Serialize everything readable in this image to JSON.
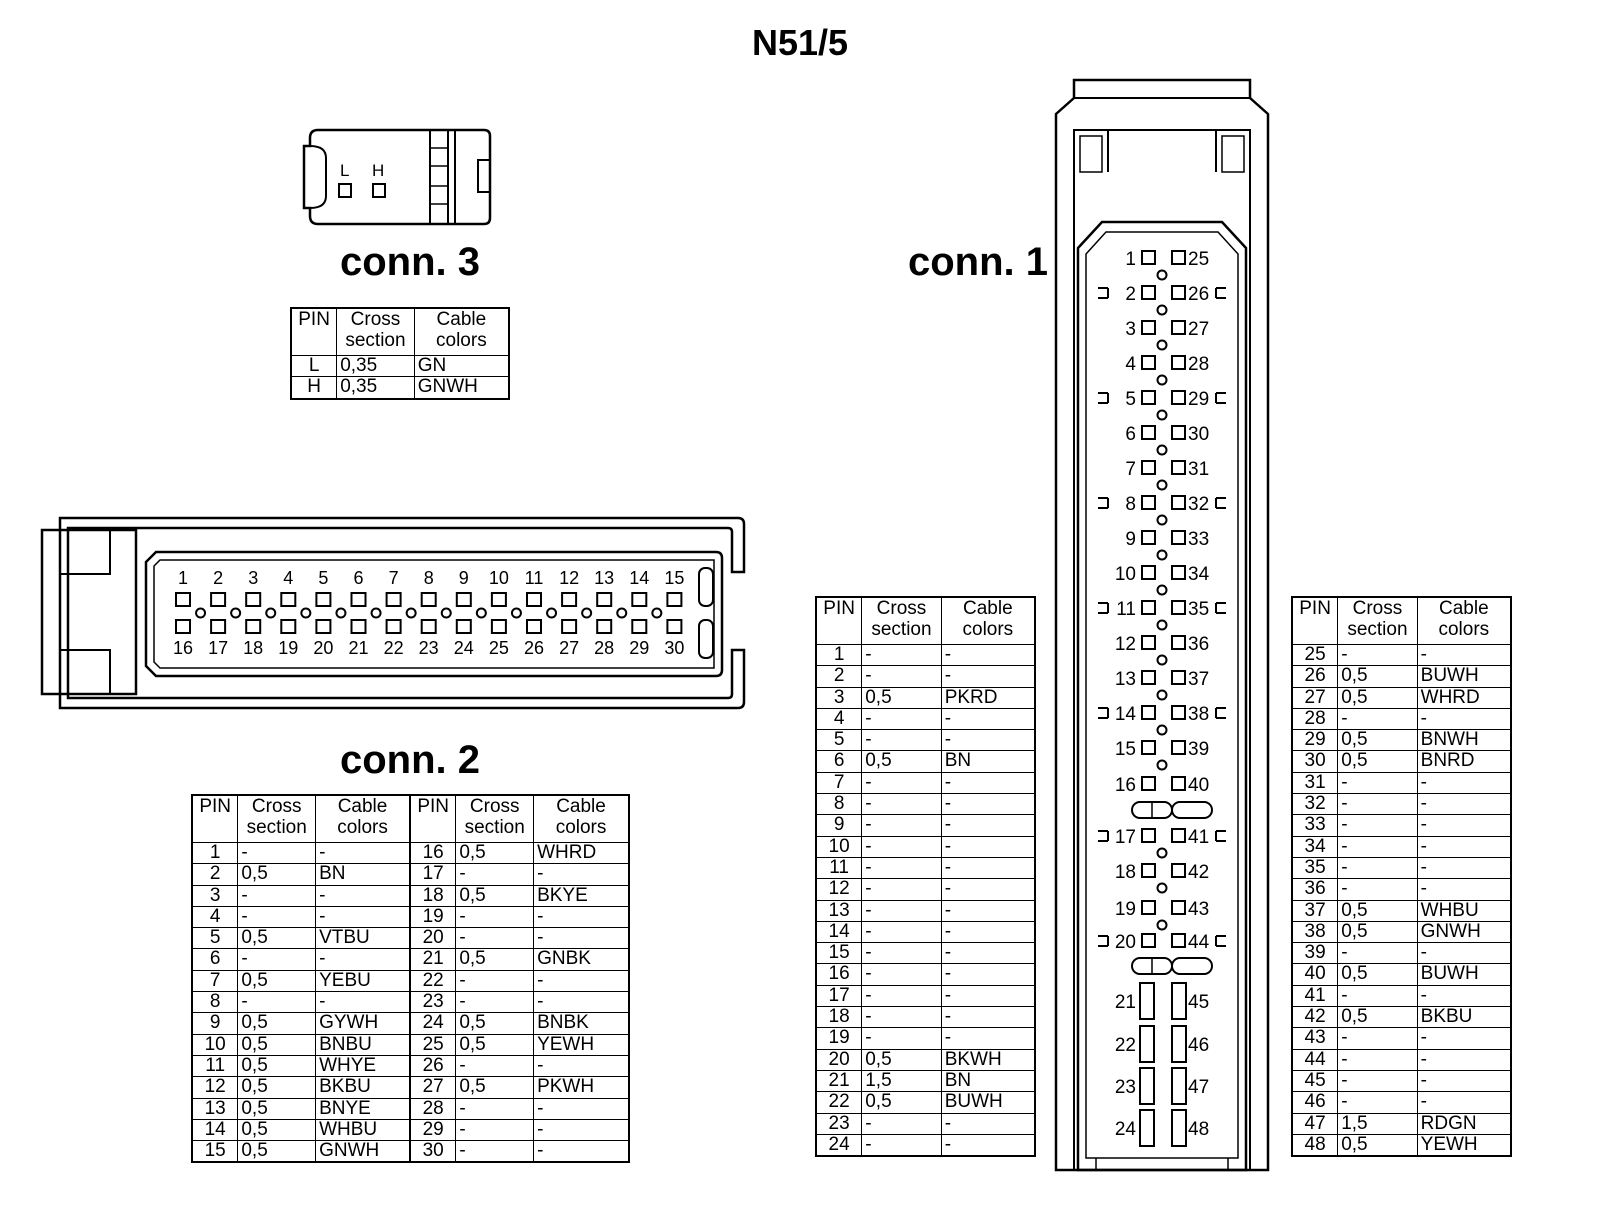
{
  "title": "N51/5",
  "headers": {
    "pin": "PIN",
    "cross_top": "Cross",
    "cross_bottom": "section",
    "colors_top": "Cable",
    "colors_bottom": "colors"
  },
  "conn3": {
    "label": "conn. 3",
    "pin_labels": [
      "L",
      "H"
    ],
    "rows": [
      {
        "pin": "L",
        "cross": "0,35",
        "color": "GN"
      },
      {
        "pin": "H",
        "cross": "0,35",
        "color": "GNWH"
      }
    ]
  },
  "conn2": {
    "label": "conn. 2",
    "top_pins": [
      "1",
      "2",
      "3",
      "4",
      "5",
      "6",
      "7",
      "8",
      "9",
      "10",
      "11",
      "12",
      "13",
      "14",
      "15"
    ],
    "bottom_pins": [
      "16",
      "17",
      "18",
      "19",
      "20",
      "21",
      "22",
      "23",
      "24",
      "25",
      "26",
      "27",
      "28",
      "29",
      "30"
    ],
    "rows": [
      {
        "pin": "1",
        "cross": "-",
        "color": "-",
        "pin2": "16",
        "cross2": "0,5",
        "color2": "WHRD"
      },
      {
        "pin": "2",
        "cross": "0,5",
        "color": "BN",
        "pin2": "17",
        "cross2": "-",
        "color2": "-"
      },
      {
        "pin": "3",
        "cross": "-",
        "color": "-",
        "pin2": "18",
        "cross2": "0,5",
        "color2": "BKYE"
      },
      {
        "pin": "4",
        "cross": "-",
        "color": "-",
        "pin2": "19",
        "cross2": "-",
        "color2": "-"
      },
      {
        "pin": "5",
        "cross": "0,5",
        "color": "VTBU",
        "pin2": "20",
        "cross2": "-",
        "color2": "-"
      },
      {
        "pin": "6",
        "cross": "-",
        "color": "-",
        "pin2": "21",
        "cross2": "0,5",
        "color2": "GNBK"
      },
      {
        "pin": "7",
        "cross": "0,5",
        "color": "YEBU",
        "pin2": "22",
        "cross2": "-",
        "color2": "-"
      },
      {
        "pin": "8",
        "cross": "-",
        "color": "-",
        "pin2": "23",
        "cross2": "-",
        "color2": "-"
      },
      {
        "pin": "9",
        "cross": "0,5",
        "color": "GYWH",
        "pin2": "24",
        "cross2": "0,5",
        "color2": "BNBK"
      },
      {
        "pin": "10",
        "cross": "0,5",
        "color": "BNBU",
        "pin2": "25",
        "cross2": "0,5",
        "color2": "YEWH"
      },
      {
        "pin": "11",
        "cross": "0,5",
        "color": "WHYE",
        "pin2": "26",
        "cross2": "-",
        "color2": "-"
      },
      {
        "pin": "12",
        "cross": "0,5",
        "color": "BKBU",
        "pin2": "27",
        "cross2": "0,5",
        "color2": "PKWH"
      },
      {
        "pin": "13",
        "cross": "0,5",
        "color": "BNYE",
        "pin2": "28",
        "cross2": "-",
        "color2": "-"
      },
      {
        "pin": "14",
        "cross": "0,5",
        "color": "WHBU",
        "pin2": "29",
        "cross2": "-",
        "color2": "-"
      },
      {
        "pin": "15",
        "cross": "0,5",
        "color": "GNWH",
        "pin2": "30",
        "cross2": "-",
        "color2": "-"
      }
    ]
  },
  "conn1": {
    "label": "conn. 1",
    "left_pins": [
      "1",
      "2",
      "3",
      "4",
      "5",
      "6",
      "7",
      "8",
      "9",
      "10",
      "11",
      "12",
      "13",
      "14",
      "15",
      "16",
      "17",
      "18",
      "19",
      "20",
      "21",
      "22",
      "23",
      "24"
    ],
    "right_pins": [
      "25",
      "26",
      "27",
      "28",
      "29",
      "30",
      "31",
      "32",
      "33",
      "34",
      "35",
      "36",
      "37",
      "38",
      "39",
      "40",
      "41",
      "42",
      "43",
      "44",
      "45",
      "46",
      "47",
      "48"
    ],
    "rows_left": [
      {
        "pin": "1",
        "cross": "-",
        "color": "-"
      },
      {
        "pin": "2",
        "cross": "-",
        "color": "-"
      },
      {
        "pin": "3",
        "cross": "0,5",
        "color": "PKRD"
      },
      {
        "pin": "4",
        "cross": "-",
        "color": "-"
      },
      {
        "pin": "5",
        "cross": "-",
        "color": "-"
      },
      {
        "pin": "6",
        "cross": "0,5",
        "color": "BN"
      },
      {
        "pin": "7",
        "cross": "-",
        "color": "-"
      },
      {
        "pin": "8",
        "cross": "-",
        "color": "-"
      },
      {
        "pin": "9",
        "cross": "-",
        "color": "-"
      },
      {
        "pin": "10",
        "cross": "-",
        "color": "-"
      },
      {
        "pin": "11",
        "cross": "-",
        "color": "-"
      },
      {
        "pin": "12",
        "cross": "-",
        "color": "-"
      },
      {
        "pin": "13",
        "cross": "-",
        "color": "-"
      },
      {
        "pin": "14",
        "cross": "-",
        "color": "-"
      },
      {
        "pin": "15",
        "cross": "-",
        "color": "-"
      },
      {
        "pin": "16",
        "cross": "-",
        "color": "-"
      },
      {
        "pin": "17",
        "cross": "-",
        "color": "-"
      },
      {
        "pin": "18",
        "cross": "-",
        "color": "-"
      },
      {
        "pin": "19",
        "cross": "-",
        "color": "-"
      },
      {
        "pin": "20",
        "cross": "0,5",
        "color": "BKWH"
      },
      {
        "pin": "21",
        "cross": "1,5",
        "color": "BN"
      },
      {
        "pin": "22",
        "cross": "0,5",
        "color": "BUWH"
      },
      {
        "pin": "23",
        "cross": "-",
        "color": "-"
      },
      {
        "pin": "24",
        "cross": "-",
        "color": "-"
      }
    ],
    "rows_right": [
      {
        "pin": "25",
        "cross": "-",
        "color": "-"
      },
      {
        "pin": "26",
        "cross": "0,5",
        "color": "BUWH"
      },
      {
        "pin": "27",
        "cross": "0,5",
        "color": "WHRD"
      },
      {
        "pin": "28",
        "cross": "-",
        "color": "-"
      },
      {
        "pin": "29",
        "cross": "0,5",
        "color": "BNWH"
      },
      {
        "pin": "30",
        "cross": "0,5",
        "color": "BNRD"
      },
      {
        "pin": "31",
        "cross": "-",
        "color": "-"
      },
      {
        "pin": "32",
        "cross": "-",
        "color": "-"
      },
      {
        "pin": "33",
        "cross": "-",
        "color": "-"
      },
      {
        "pin": "34",
        "cross": "-",
        "color": "-"
      },
      {
        "pin": "35",
        "cross": "-",
        "color": "-"
      },
      {
        "pin": "36",
        "cross": "-",
        "color": "-"
      },
      {
        "pin": "37",
        "cross": "0,5",
        "color": "WHBU"
      },
      {
        "pin": "38",
        "cross": "0,5",
        "color": "GNWH"
      },
      {
        "pin": "39",
        "cross": "-",
        "color": "-"
      },
      {
        "pin": "40",
        "cross": "0,5",
        "color": "BUWH"
      },
      {
        "pin": "41",
        "cross": "-",
        "color": "-"
      },
      {
        "pin": "42",
        "cross": "0,5",
        "color": "BKBU"
      },
      {
        "pin": "43",
        "cross": "-",
        "color": "-"
      },
      {
        "pin": "44",
        "cross": "-",
        "color": "-"
      },
      {
        "pin": "45",
        "cross": "-",
        "color": "-"
      },
      {
        "pin": "46",
        "cross": "-",
        "color": "-"
      },
      {
        "pin": "47",
        "cross": "1,5",
        "color": "RDGN"
      },
      {
        "pin": "48",
        "cross": "0,5",
        "color": "YEWH"
      }
    ]
  }
}
